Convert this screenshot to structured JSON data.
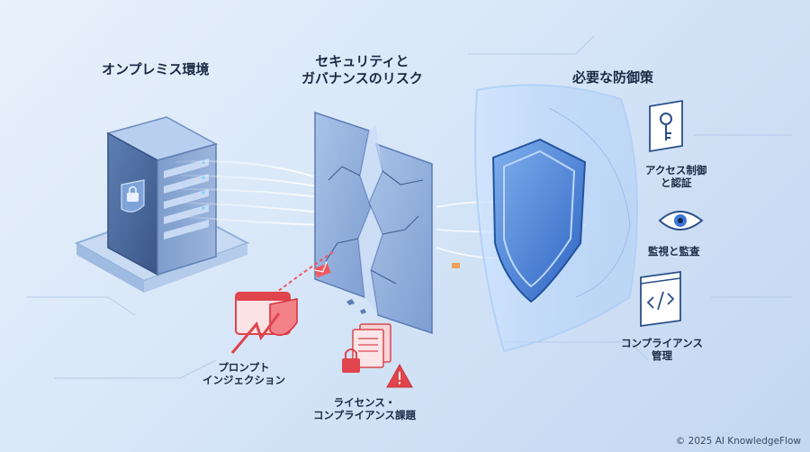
{
  "headings": {
    "onprem": "オンプレミス環境",
    "risk_line1": "セキュリティと",
    "risk_line2": "ガバナンスのリスク",
    "defense": "必要な防御策"
  },
  "risks": {
    "prompt_line1": "プロンプト",
    "prompt_line2": "インジェクション",
    "license_line1": "ライセンス・",
    "license_line2": "コンプライアンス課題"
  },
  "defenses": {
    "access_line1": "アクセス制御",
    "access_line2": "と認証",
    "monitor": "監視と監査",
    "compliance_line1": "コンプライアンス",
    "compliance_line2": "管理"
  },
  "footer": "© 2025 AI KnowledgeFlow",
  "colors": {
    "accent": "#3d78d8",
    "danger": "#e0444c",
    "ink": "#1b2a44"
  },
  "icons": [
    "server-icon",
    "lock-icon",
    "cracked-wall",
    "warning-icon",
    "document-icon",
    "shield-icon",
    "key-icon",
    "eye-icon",
    "code-icon"
  ]
}
